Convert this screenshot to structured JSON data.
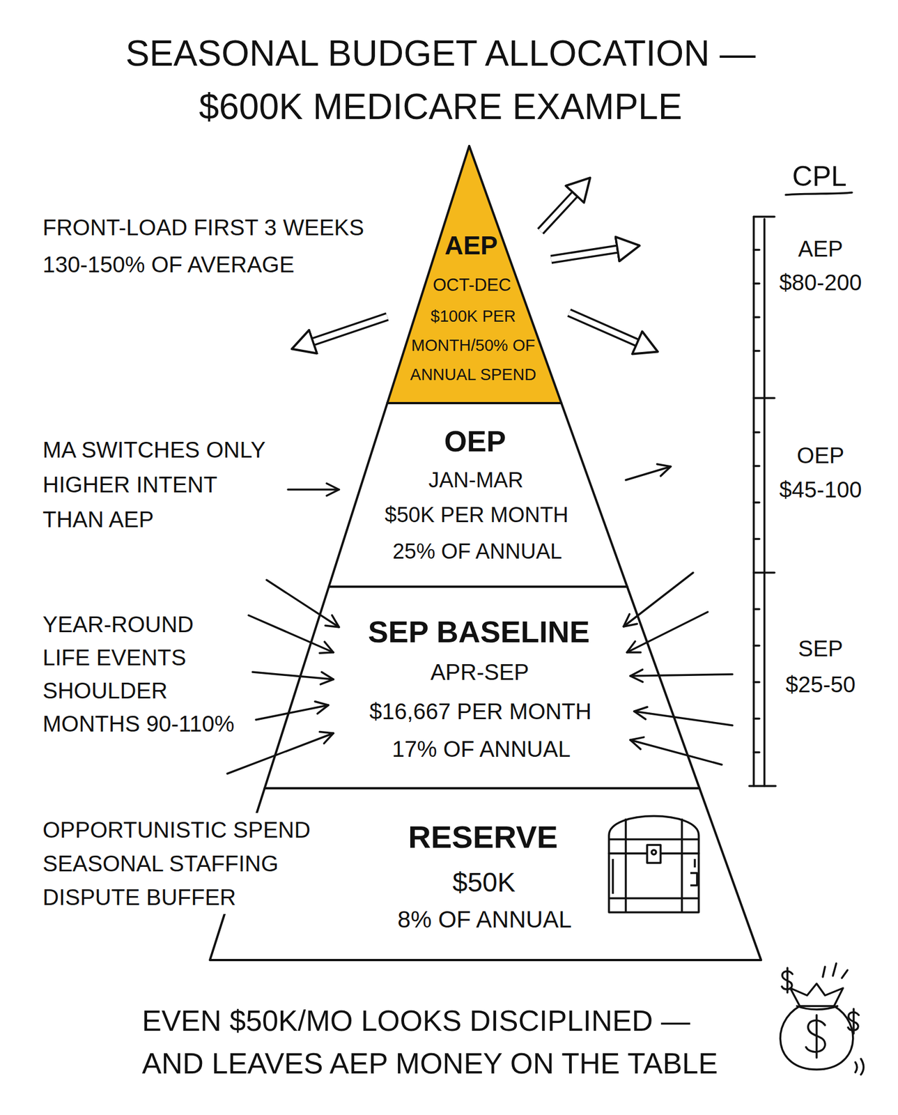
{
  "diagram": {
    "title": "SEASONAL BUDGET ALLOCATION — $600K MEDICARE EXAMPLE",
    "caption": "EVEN $50K/MO LOOKS DISCIPLINED — AND LEAVES AEP MONEY ON THE TABLE",
    "nodes": [
      {
        "text": [
          "AEP",
          "OCT-DEC",
          "$100K PER MONTH/50% OF ANNUAL SPEND"
        ]
      },
      {
        "text": [
          "OEP",
          "JAN-MAR",
          "$50K PER MONTH",
          "25% OF ANNUAL"
        ]
      },
      {
        "text": [
          "SEP BASELINE",
          "APR-SEP",
          "$16,667 PER MONTH",
          "17% OF ANNUAL"
        ]
      },
      {
        "text": [
          "RESERVE",
          "$50K",
          "8% OF ANNUAL"
        ]
      }
    ],
    "labels": [
      "FRONT-LOAD FIRST 3 WEEKS 130-150% OF AVERAGE",
      "MA SWITCHES ONLY HIGHER INTENT THAN AEP",
      "YEAR-ROUND LIFE EVENTS SHOULDER MONTHS 90-110%",
      "OPPORTUNISTIC SPEND SEASONAL STAFFING DISPUTE BUFFER",
      "CPL",
      "AEP",
      "$80-200",
      "OEP",
      "$45-100",
      "SEP",
      "$25-50"
    ]
  }
}
